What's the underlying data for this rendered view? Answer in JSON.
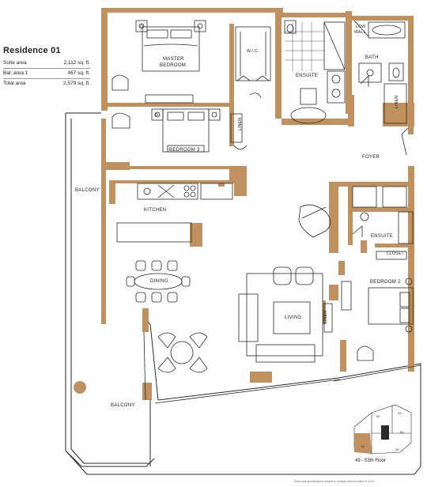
{
  "residence": {
    "title": "Residence 01",
    "areas": [
      {
        "label": "Suite area",
        "value": "2,112 sq. ft."
      },
      {
        "label": "Bal. area 1",
        "value": "467 sq. ft."
      },
      {
        "label": "Total area",
        "value": "2,579 sq. ft."
      }
    ]
  },
  "rooms": {
    "master_bedroom_line1": "MASTER",
    "master_bedroom_line2": "BEDROOM",
    "wic": "W.I.C.",
    "ensuite_master": "ENSUITE",
    "low_wall_line1": "LOW",
    "low_wall_line2": "WALL",
    "bath": "BATH",
    "linen": "LINEN",
    "bedroom3": "BEDROOM 3",
    "foyer": "FOYER",
    "balcony_west": "BALCONY",
    "kitchen": "KITCHEN",
    "ensuite_2": "ENSUITE",
    "closet": "CLOSET",
    "bedroom2": "BEDROOM 2",
    "dining": "DINING",
    "living": "LIVING",
    "balcony_south": "BALCONY"
  },
  "keyplan": {
    "units": [
      "01",
      "02",
      "03",
      "04",
      "05"
    ],
    "floor_range": "49 - 53th Floor"
  },
  "disclaimer": "Sizes and specifications subject to change without notice. E.&O.E.",
  "colors": {
    "wall": "#c0915f",
    "line": "#2a2a2a",
    "background": "#ffffff"
  }
}
